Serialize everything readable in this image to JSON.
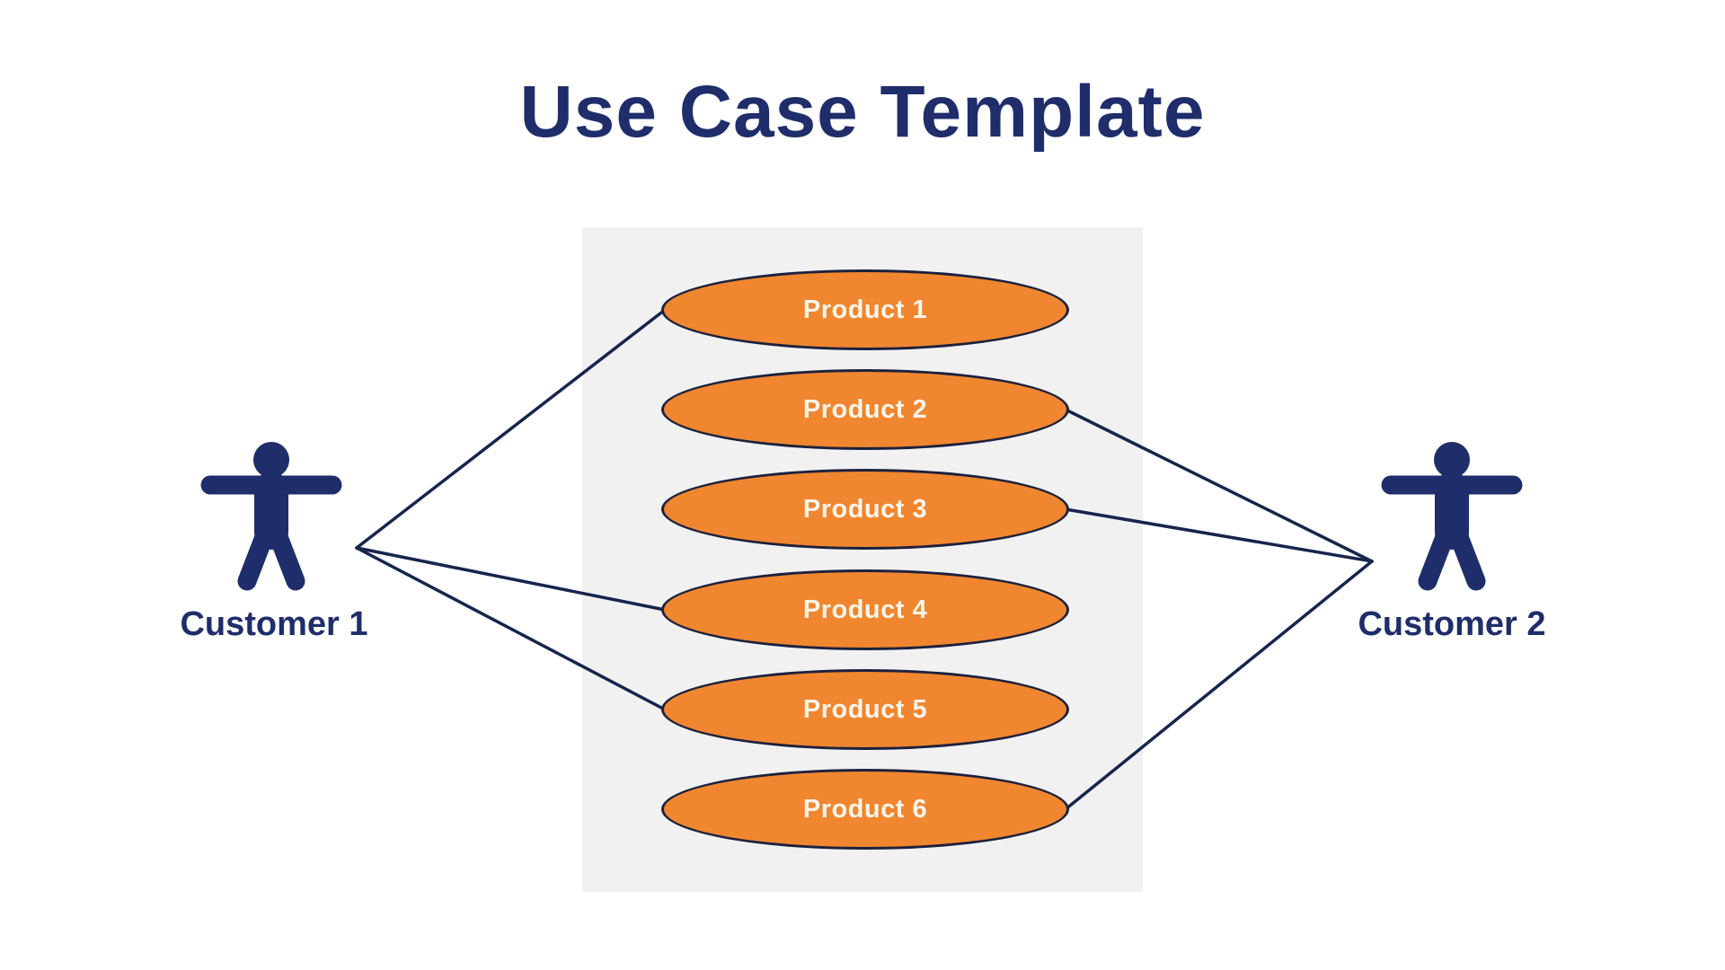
{
  "title": "Use Case Template",
  "diagram_type": "use-case-diagram",
  "colors": {
    "navy_text": "#1f2d6b",
    "association_line": "#16254e",
    "use_case_fill": "#f0862f",
    "use_case_stroke": "#1c213e",
    "use_case_text": "#fdf5ea",
    "system_boundary_fill": "#f1f1f1",
    "background": "#ffffff"
  },
  "actors": [
    {
      "name": "Customer 1",
      "side": "left"
    },
    {
      "name": "Customer 2",
      "side": "right"
    }
  ],
  "use_cases": [
    {
      "label": "Product 1"
    },
    {
      "label": "Product 2"
    },
    {
      "label": "Product 3"
    },
    {
      "label": "Product 4"
    },
    {
      "label": "Product 5"
    },
    {
      "label": "Product 6"
    }
  ],
  "connections": [
    {
      "actor": "Customer 1",
      "use_case": "Product 1"
    },
    {
      "actor": "Customer 1",
      "use_case": "Product 4"
    },
    {
      "actor": "Customer 1",
      "use_case": "Product 5"
    },
    {
      "actor": "Customer 2",
      "use_case": "Product 2"
    },
    {
      "actor": "Customer 2",
      "use_case": "Product 3"
    },
    {
      "actor": "Customer 2",
      "use_case": "Product 6"
    }
  ]
}
